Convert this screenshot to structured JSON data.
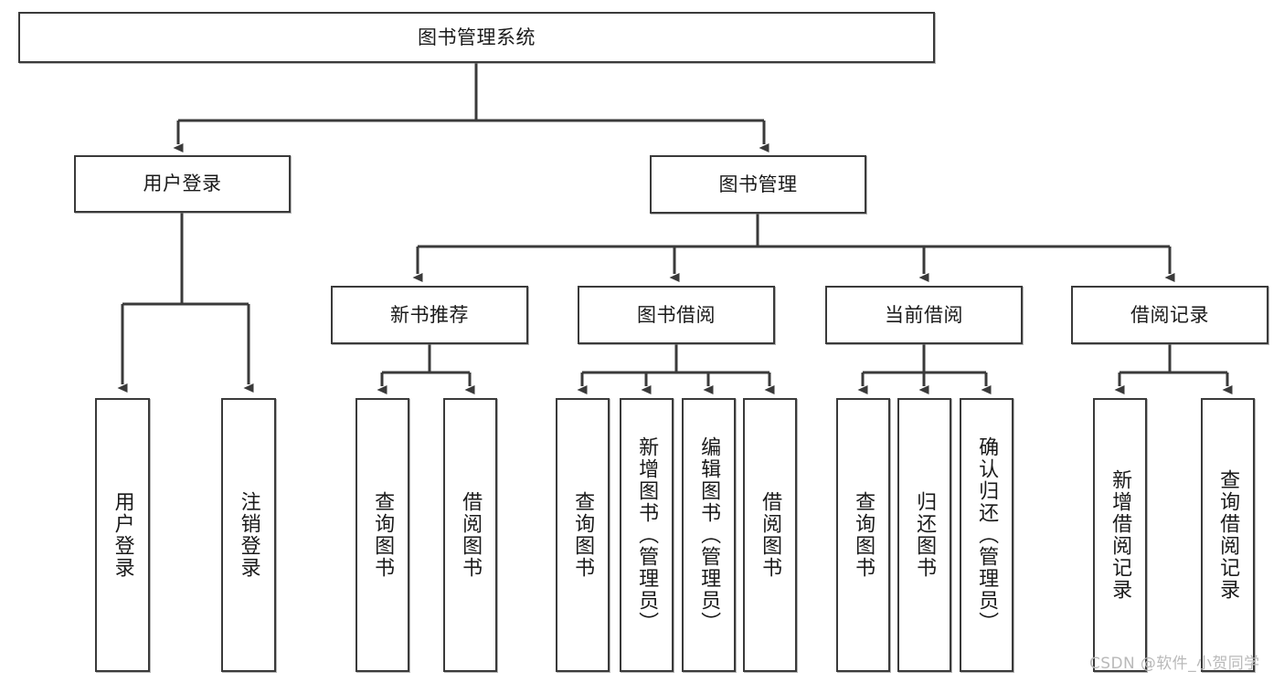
{
  "diagram": {
    "title": "图书管理系统",
    "type": "tree-hierarchy-chart",
    "stroke_color": "#3a3a3a",
    "fill_color": "#ffffff",
    "text_color": "#1a1a1a",
    "root": {
      "label": "图书管理系统"
    },
    "level2": [
      {
        "label": "用户登录"
      },
      {
        "label": "图书管理"
      }
    ],
    "level3": [
      {
        "label": "新书推荐"
      },
      {
        "label": "图书借阅"
      },
      {
        "label": "当前借阅"
      },
      {
        "label": "借阅记录"
      }
    ],
    "leaves": {
      "user_login": [
        {
          "label": "用户登录"
        },
        {
          "label": "注销登录"
        }
      ],
      "new_book_recommend": [
        {
          "label": "查询图书"
        },
        {
          "label": "借阅图书"
        }
      ],
      "book_borrow": [
        {
          "label": "查询图书"
        },
        {
          "label": "新增图书（管理员）"
        },
        {
          "label": "编辑图书（管理员）"
        },
        {
          "label": "借阅图书"
        }
      ],
      "current_borrow": [
        {
          "label": "查询图书"
        },
        {
          "label": "归还图书"
        },
        {
          "label": "确认归还（管理员）"
        }
      ],
      "borrow_record": [
        {
          "label": "新增借阅记录"
        },
        {
          "label": "查询借阅记录"
        }
      ]
    }
  },
  "watermark": {
    "text": "CSDN @软件_小贺同学"
  }
}
